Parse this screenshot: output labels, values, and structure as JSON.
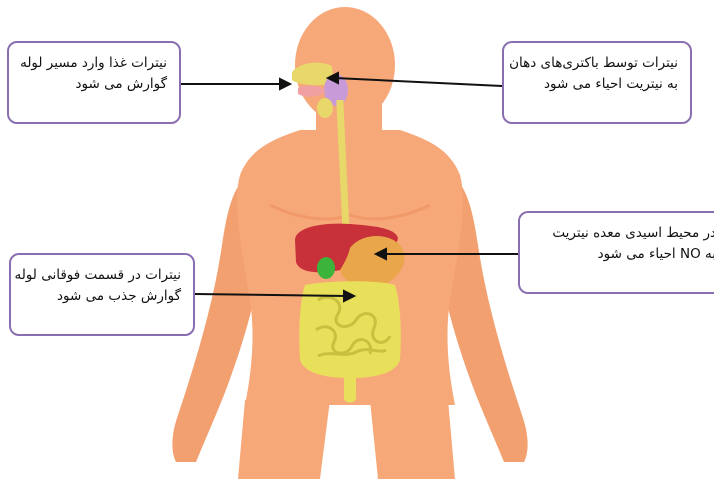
{
  "callouts": {
    "food": {
      "line1": "نیترات غذا وارد مسیر لوله",
      "line2": "گوارش می شود"
    },
    "mouth": {
      "line1": "نیترات توسط باکتری‌های دهان",
      "line2": "به نیتریت احیاء می شود"
    },
    "stomach": {
      "line1": "در محیط    اسیدی معده نیتریت",
      "line2": "به NO احیاء می شود"
    },
    "intestine": {
      "line1": "نیترات در قسمت فوقانی لوله",
      "line2": "گوارش جذب می شود"
    }
  },
  "colors": {
    "skin": "#f7a878",
    "skin_shade": "#ee8a5c",
    "liver": "#c8303a",
    "stomach": "#e9a64a",
    "intestine": "#e8e05a",
    "gallbladder": "#3cb43c",
    "salivary": "#c89ad8",
    "callout_border": "#8a6fb0",
    "arrow": "#111111"
  }
}
